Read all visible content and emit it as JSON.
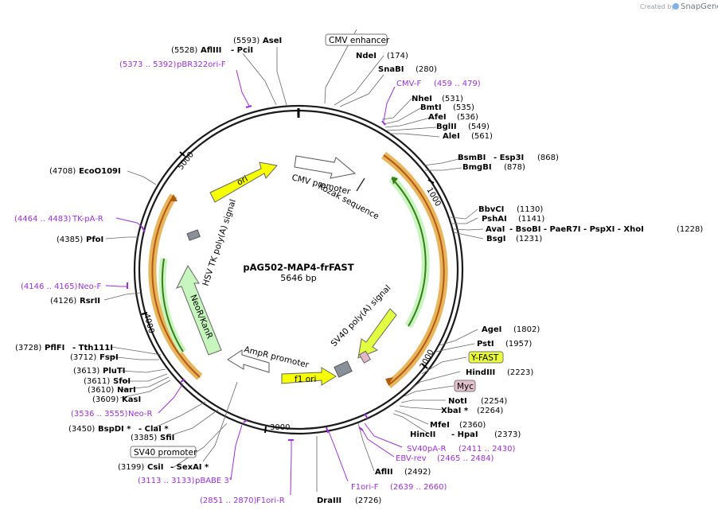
{
  "plasmid": {
    "name": "pAG502-MAP4-frFAST",
    "size_text": "5646 bp"
  },
  "credit": {
    "prefix": "Created by",
    "brand": "SnapGene"
  },
  "ticks": [
    {
      "label": "1000",
      "bp": 1000
    },
    {
      "label": "2000",
      "bp": 2000
    },
    {
      "label": "3000",
      "bp": 3000
    },
    {
      "label": "4000",
      "bp": 4000
    },
    {
      "label": "5000",
      "bp": 5000
    }
  ],
  "enzymes": [
    {
      "name": "AseI",
      "pos": "(5593)"
    },
    {
      "name": "AflIII",
      "pos": "(5528)",
      "extra": "- PciI"
    },
    {
      "name": "NdeI",
      "pos": "(174)"
    },
    {
      "name": "SnaBI",
      "pos": "(280)"
    },
    {
      "name": "NheI",
      "pos": "(531)"
    },
    {
      "name": "BmtI",
      "pos": "(535)"
    },
    {
      "name": "AfeI",
      "pos": "(536)"
    },
    {
      "name": "BglII",
      "pos": "(549)"
    },
    {
      "name": "AleI",
      "pos": "(561)"
    },
    {
      "name": "BsmBI",
      "pos": "(868)",
      "extra": "- Esp3I"
    },
    {
      "name": "BmgBI",
      "pos": "(878)"
    },
    {
      "name": "BbvCI",
      "pos": "(1130)"
    },
    {
      "name": "PshAI",
      "pos": "(1141)"
    },
    {
      "name": "AvaI",
      "pos": "(1228)",
      "extra": "- BsoBI   - PaeR7I   - PspXI   - XhoI"
    },
    {
      "name": "BsgI",
      "pos": "(1231)"
    },
    {
      "name": "AgeI",
      "pos": "(1802)"
    },
    {
      "name": "PstI",
      "pos": "(1957)"
    },
    {
      "name": "HindIII",
      "pos": "(2223)"
    },
    {
      "name": "NotI",
      "pos": "(2254)"
    },
    {
      "name": "XbaI *",
      "pos": "(2264)"
    },
    {
      "name": "MfeI",
      "pos": "(2360)"
    },
    {
      "name": "HincII",
      "pos": "(2373)",
      "extra": "- HpaI"
    },
    {
      "name": "AflII",
      "pos": "(2492)"
    },
    {
      "name": "DraIII",
      "pos": "(2726)"
    },
    {
      "name": "CsiI",
      "pos": "(3199)",
      "extra": "- SexAI *"
    },
    {
      "name": "SfiI",
      "pos": "(3385)"
    },
    {
      "name": "BspDI *",
      "pos": "(3450)",
      "extra": "- ClaI *"
    },
    {
      "name": "KasI",
      "pos": "(3609)"
    },
    {
      "name": "NarI",
      "pos": "(3610)"
    },
    {
      "name": "SfoI",
      "pos": "(3611)"
    },
    {
      "name": "PluTI",
      "pos": "(3613)"
    },
    {
      "name": "FspI",
      "pos": "(3712)"
    },
    {
      "name": "PflFI",
      "pos": "(3728)",
      "extra": "- Tth111I"
    },
    {
      "name": "RsrII",
      "pos": "(4126)"
    },
    {
      "name": "PfoI",
      "pos": "(4385)"
    },
    {
      "name": "EcoO109I",
      "pos": "(4708)"
    }
  ],
  "primers": [
    {
      "name": "pBR322ori-F",
      "range": "(5373 .. 5392)"
    },
    {
      "name": "CMV-F",
      "range": "(459 .. 479)"
    },
    {
      "name": "SV40pA-R",
      "range": "(2411 .. 2430)"
    },
    {
      "name": "EBV-rev",
      "range": "(2465 .. 2484)"
    },
    {
      "name": "F1ori-F",
      "range": "(2639 .. 2660)"
    },
    {
      "name": "F1ori-R",
      "range": "(2851 .. 2870)"
    },
    {
      "name": "pBABE 3'",
      "range": "(3113 .. 3133)"
    },
    {
      "name": "Neo-R",
      "range": "(3536 .. 3555)"
    },
    {
      "name": "Neo-F",
      "range": "(4146 .. 4165)"
    },
    {
      "name": "TK-pA-R",
      "range": "(4464 .. 4483)"
    }
  ],
  "boxed_features": [
    {
      "name": "CMV enhancer",
      "fill": "#ffffff"
    },
    {
      "name": "Y-FAST",
      "fill": "#e9ff3a"
    },
    {
      "name": "Myc",
      "fill": "#e3c0cc"
    },
    {
      "name": "SV40 promoter",
      "fill": "#ffffff"
    }
  ],
  "features": [
    {
      "name": "CMV promoter"
    },
    {
      "name": "Kozak sequence"
    },
    {
      "name": "ori"
    },
    {
      "name": "HSV TK poly(A) signal"
    },
    {
      "name": "NeoR/KanR"
    },
    {
      "name": "AmpR promoter"
    },
    {
      "name": "f1 ori"
    },
    {
      "name": "SV40 poly(A) signal"
    }
  ],
  "colors": {
    "backbone": "#1a1a1a",
    "orange": "#e8b55d",
    "orange_dark": "#b35a12",
    "green_light": "#c6f5bd",
    "green_dark": "#3a7d1a",
    "yellow": "#f6ff00",
    "grey": "#8a9099",
    "primer": "#9b30d9",
    "pink": "#e3b6c7"
  }
}
